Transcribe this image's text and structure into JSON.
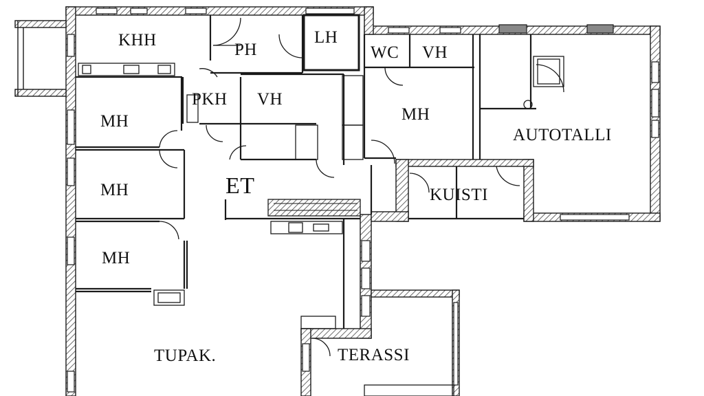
{
  "rooms": {
    "khh": "KHH",
    "ph": "PH",
    "lh": "LH",
    "wc": "WC",
    "vh_top": "VH",
    "pkh": "PKH",
    "vh_mid": "VH",
    "mh_1": "MH",
    "mh_2": "MH",
    "mh_3": "MH",
    "mh_right": "MH",
    "et": "ET",
    "kuisti": "KUISTI",
    "autotalli": "AUTOTALLI",
    "tupak": "TUPAK.",
    "terassi": "TERASSI"
  },
  "colors": {
    "line": "#1a1a1a",
    "hatch": "#555555",
    "background": "#ffffff"
  }
}
